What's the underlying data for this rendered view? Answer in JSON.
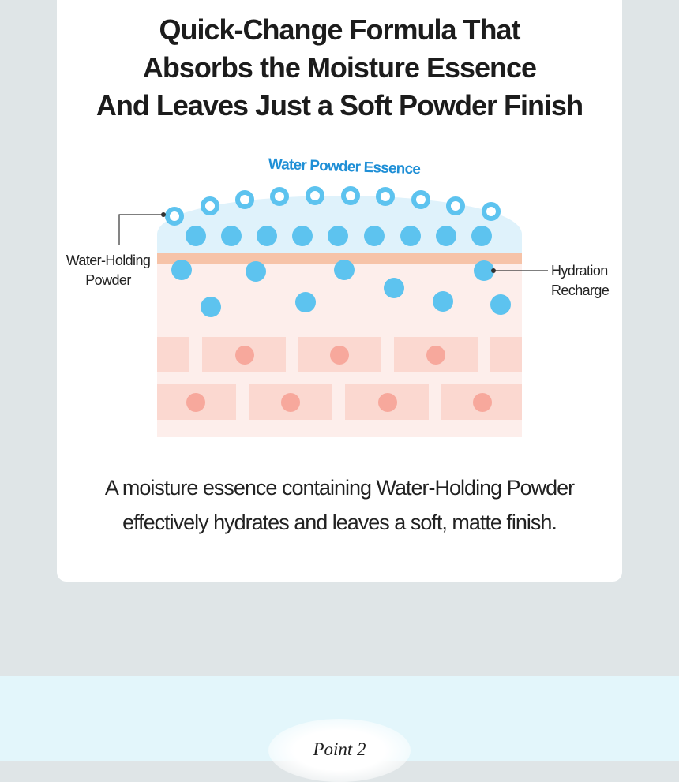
{
  "headline": {
    "line1": "Quick-Change Formula That",
    "line2": "Absorbs the Moisture Essence",
    "line3": "And Leaves Just a Soft Powder Finish"
  },
  "diagram": {
    "essence_label": "Water Powder Essence",
    "left_label_line1": "Water-Holding",
    "left_label_line2": "Powder",
    "right_label_line1": "Hydration",
    "right_label_line2": "Recharge",
    "colors": {
      "accent_blue": "#1f8fd6",
      "droplet": "#5dc3ef",
      "essence_layer": "#dff2fb",
      "skin_band": "#f6c3a8",
      "skin": "#fdeeeb",
      "cell": "#fbd8d0",
      "cell_nucleus": "#f7a89c"
    }
  },
  "body": {
    "line1": "A moisture essence containing Water-Holding Powder",
    "line2": "effectively hydrates and leaves a soft, matte finish."
  },
  "next_section": {
    "label": "Point 2"
  }
}
